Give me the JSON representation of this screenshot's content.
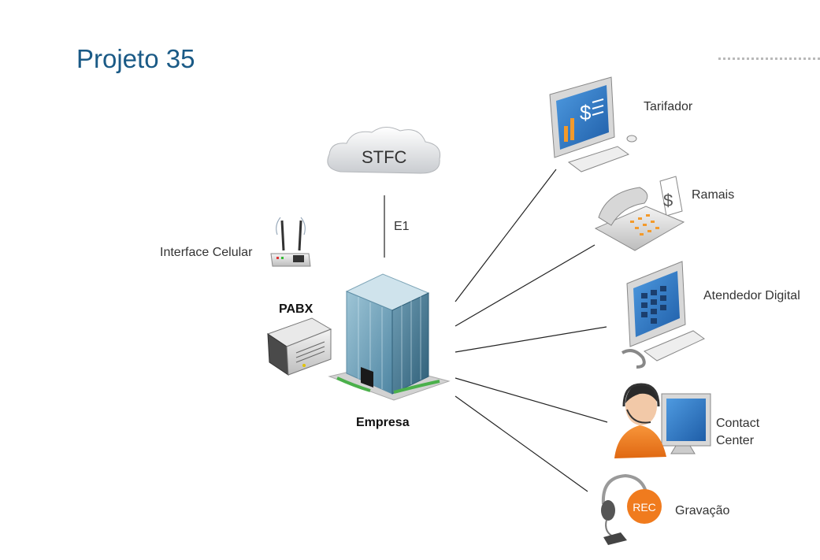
{
  "title": "Projeto 35",
  "cloud": {
    "label": "STFC",
    "icon": "cloud-icon"
  },
  "link": {
    "label": "E1"
  },
  "devices": {
    "interface_celular": {
      "label": "Interface Celular",
      "icon": "wireless-router-icon"
    },
    "pabx": {
      "label": "PABX",
      "icon": "server-icon"
    },
    "empresa": {
      "label": "Empresa",
      "icon": "building-icon"
    }
  },
  "services": [
    {
      "label": "Tarifador",
      "icon": "billing-monitor-icon"
    },
    {
      "label": "Ramais",
      "icon": "desk-phone-icon"
    },
    {
      "label": "Atendedor Digital",
      "icon": "ivr-monitor-icon"
    },
    {
      "label": "Contact Center",
      "lines": [
        "Contact",
        "Center"
      ],
      "icon": "agent-headset-icon"
    },
    {
      "label": "Gravação",
      "icon": "recording-headset-icon"
    }
  ],
  "rec_badge": "REC",
  "colors": {
    "title": "#1a5a86",
    "agent": "#f07b1e",
    "screen": "#2f78c8"
  }
}
